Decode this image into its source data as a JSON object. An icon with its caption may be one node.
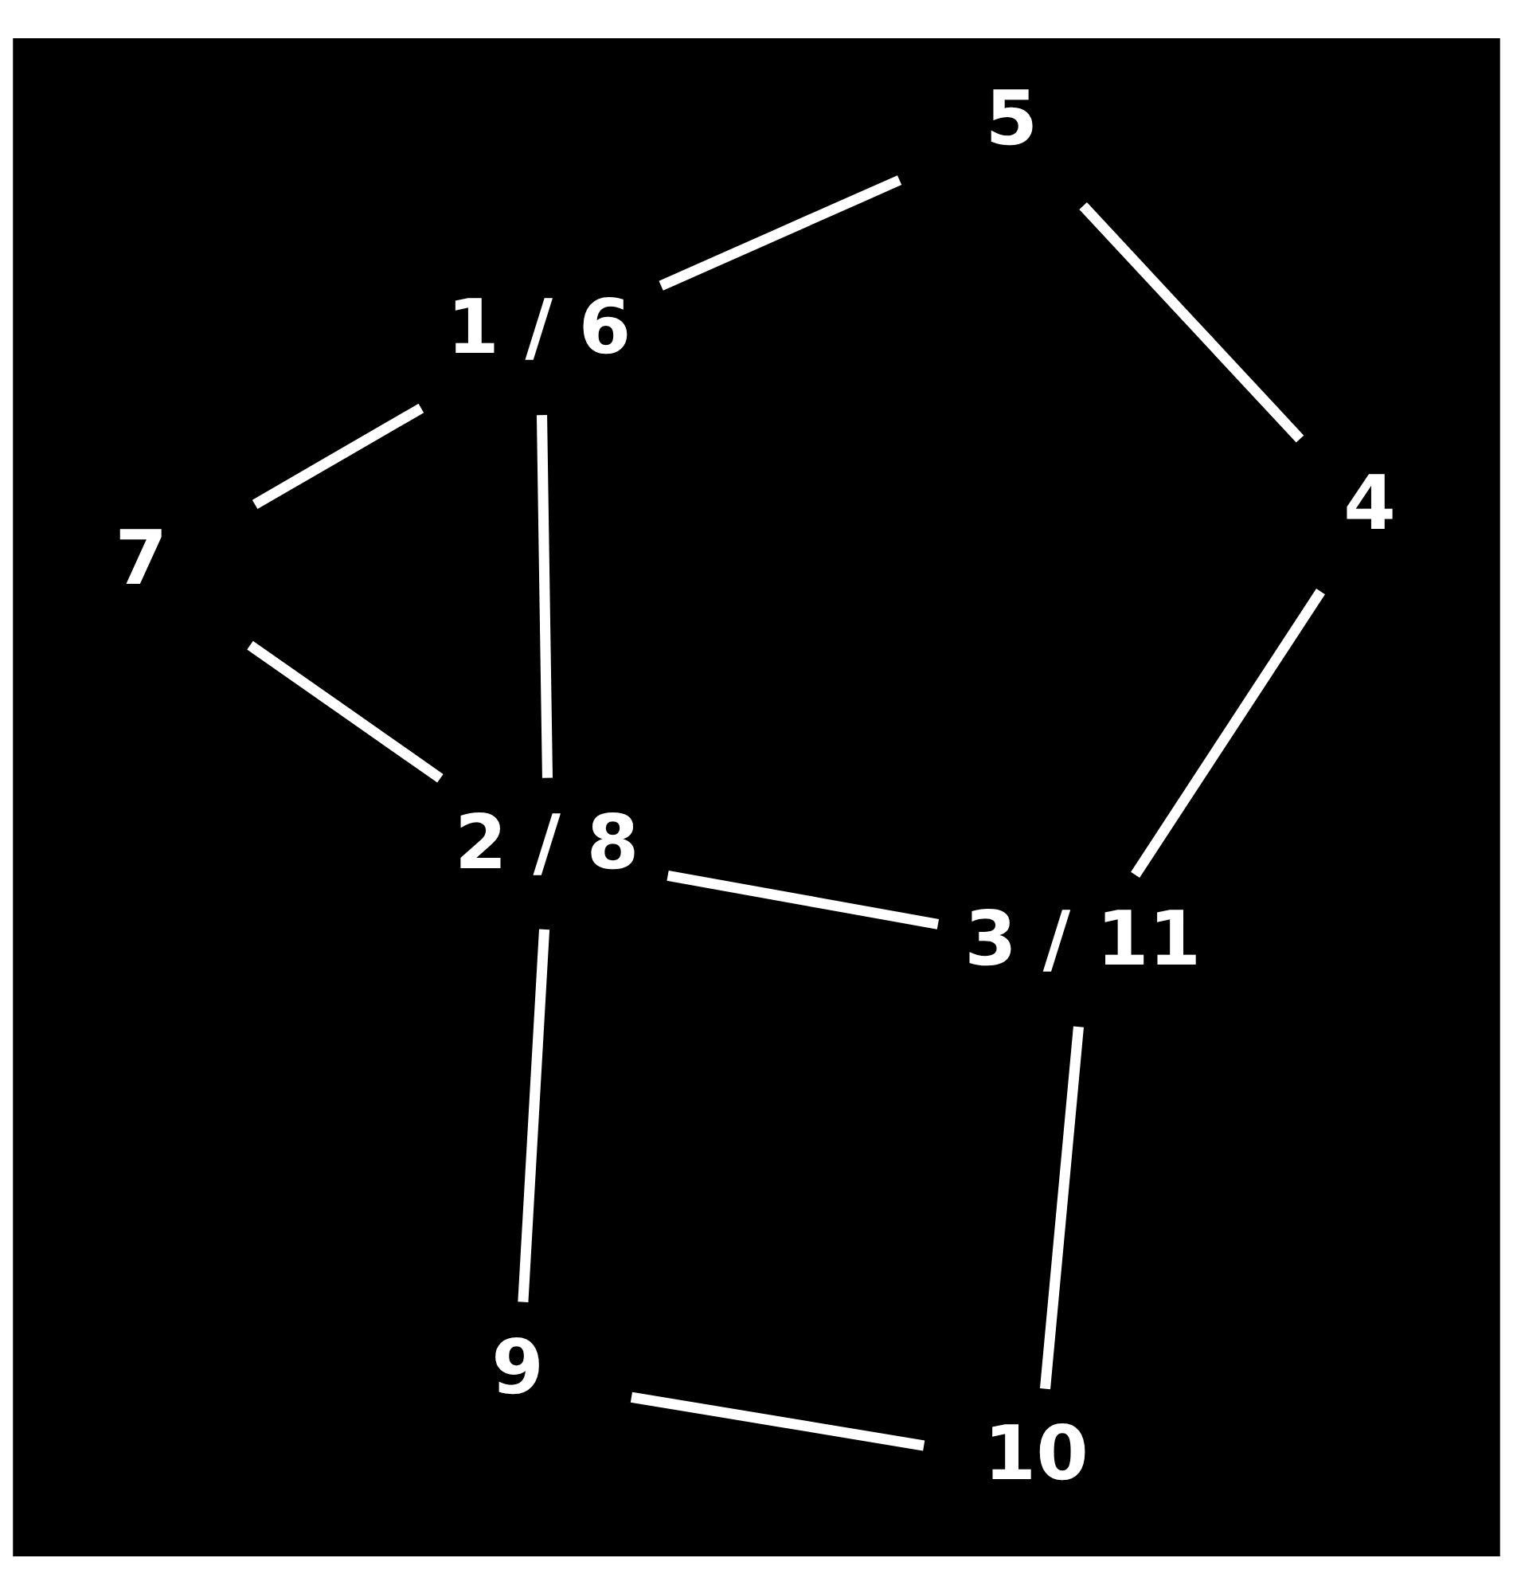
{
  "diagram": {
    "nodes": [
      {
        "text": [
          "1 / 6"
        ]
      },
      {
        "text": [
          "2 / 8"
        ]
      },
      {
        "text": [
          "3 / 11"
        ]
      },
      {
        "text": [
          "4"
        ]
      },
      {
        "text": [
          "5"
        ]
      },
      {
        "text": [
          "7"
        ]
      },
      {
        "text": [
          "9"
        ]
      },
      {
        "text": [
          "10"
        ]
      }
    ],
    "edges": [
      {
        "from": 0,
        "to": 1,
        "arrow": "none"
      },
      {
        "from": 1,
        "to": 2,
        "arrow": "none"
      },
      {
        "from": 2,
        "to": 3,
        "arrow": "none"
      },
      {
        "from": 3,
        "to": 4,
        "arrow": "none"
      },
      {
        "from": 4,
        "to": 0,
        "arrow": "none"
      },
      {
        "from": 0,
        "to": 5,
        "arrow": "none"
      },
      {
        "from": 5,
        "to": 1,
        "arrow": "none"
      },
      {
        "from": 1,
        "to": 6,
        "arrow": "none"
      },
      {
        "from": 6,
        "to": 7,
        "arrow": "none"
      },
      {
        "from": 7,
        "to": 2,
        "arrow": "none"
      }
    ]
  }
}
